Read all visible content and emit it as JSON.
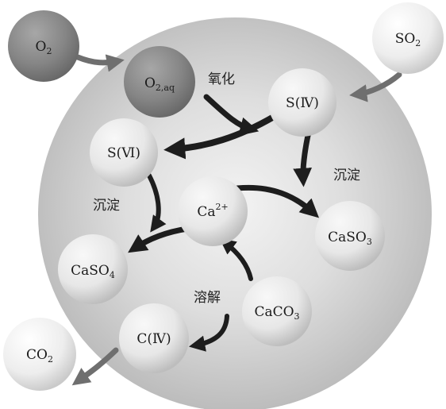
{
  "diagram": {
    "nodes": {
      "o2": {
        "base": "O",
        "sub": "2"
      },
      "so2": {
        "base": "SO",
        "sub": "2"
      },
      "o2aq": {
        "base": "O",
        "sub": "2,aq"
      },
      "s4": {
        "label": "S(Ⅳ)"
      },
      "s6": {
        "label": "S(Ⅵ)"
      },
      "ca": {
        "base": "Ca",
        "sup": "2+"
      },
      "caso3": {
        "base": "CaSO",
        "sub": "3"
      },
      "caso4": {
        "base": "CaSO",
        "sub": "4"
      },
      "caco3": {
        "base": "CaCO",
        "sub": "3"
      },
      "c4": {
        "label": "C(Ⅳ)"
      },
      "co2": {
        "base": "CO",
        "sub": "2"
      }
    },
    "edges": {
      "oxidation": "氧化",
      "precipitation_right": "沉淀",
      "precipitation_left": "沉淀",
      "dissolution": "溶解"
    }
  }
}
